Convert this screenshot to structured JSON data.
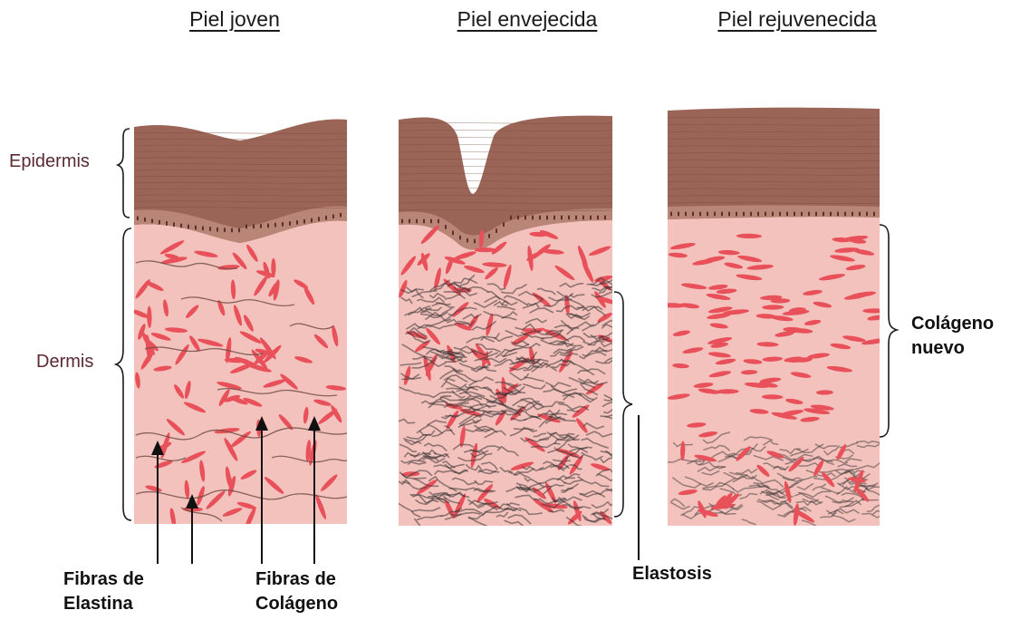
{
  "titles": {
    "young": "Piel joven",
    "aged": "Piel envejecida",
    "rejuvenated": "Piel rejuvenecida"
  },
  "layers": {
    "epidermis": "Epidermis",
    "dermis": "Dermis"
  },
  "annotations": {
    "elastin_line1": "Fibras de",
    "elastin_line2": "Elastina",
    "collagen_line1": "Fibras de",
    "collagen_line2": "Colágeno",
    "elastosis": "Elastosis",
    "new_collagen_line1": "Colágeno",
    "new_collagen_line2": "nuevo"
  },
  "colors": {
    "epidermis": "#9a6557",
    "epidermis_line": "#7a4a40",
    "basal": "#b98577",
    "dermis": "#f4c2bc",
    "collagen": "#e8505a",
    "elastin": "#6b4a40",
    "elastosis": "#3a3535",
    "label": "#5a2a33",
    "text": "#111111"
  }
}
